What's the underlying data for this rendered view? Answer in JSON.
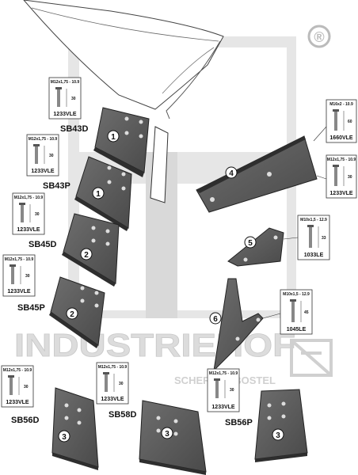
{
  "watermark": {
    "brand": "INDUSTRIEHOF",
    "subline": "SCHERER - BOSTEL",
    "registered_mark": "®"
  },
  "parts": [
    {
      "model": "SB43D",
      "callout": "1"
    },
    {
      "model": "SB43P",
      "callout": "1"
    },
    {
      "model": "SB45D",
      "callout": "2"
    },
    {
      "model": "SB45P",
      "callout": "2"
    },
    {
      "model": "",
      "callout": "4"
    },
    {
      "model": "",
      "callout": "5"
    },
    {
      "model": "",
      "callout": "6"
    },
    {
      "model": "SB56D",
      "callout": "3"
    },
    {
      "model": "SB58D",
      "callout": "3"
    },
    {
      "model": "SB56P",
      "callout": "3"
    }
  ],
  "bolt_boxes": [
    {
      "thread": "M12x1,75 - 10.9",
      "length": "30",
      "code": "1233VLE"
    },
    {
      "thread": "M12x1,75 - 10.9",
      "length": "30",
      "code": "1233VLE"
    },
    {
      "thread": "M12x1,75 - 10.9",
      "length": "30",
      "code": "1233VLE"
    },
    {
      "thread": "M12x1,75 - 10.9",
      "length": "30",
      "code": "1233VLE"
    },
    {
      "thread": "M16x2 - 10.9",
      "length": "60",
      "code": "1660VLE"
    },
    {
      "thread": "M12x1,75 - 10.9",
      "length": "30",
      "code": "1233VLE"
    },
    {
      "thread": "M10x1,5 - 12.9",
      "length": "33",
      "code": "1033LE"
    },
    {
      "thread": "M10x1,5 - 12.9",
      "length": "45",
      "code": "1045LE"
    },
    {
      "thread": "M12x1,75 - 10.9",
      "length": "30",
      "code": "1233VLE"
    },
    {
      "thread": "M12x1,75 - 10.9",
      "length": "30",
      "code": "1233VLE"
    },
    {
      "thread": "M12x1,75 - 10.9",
      "length": "30",
      "code": "1233VLE"
    }
  ]
}
